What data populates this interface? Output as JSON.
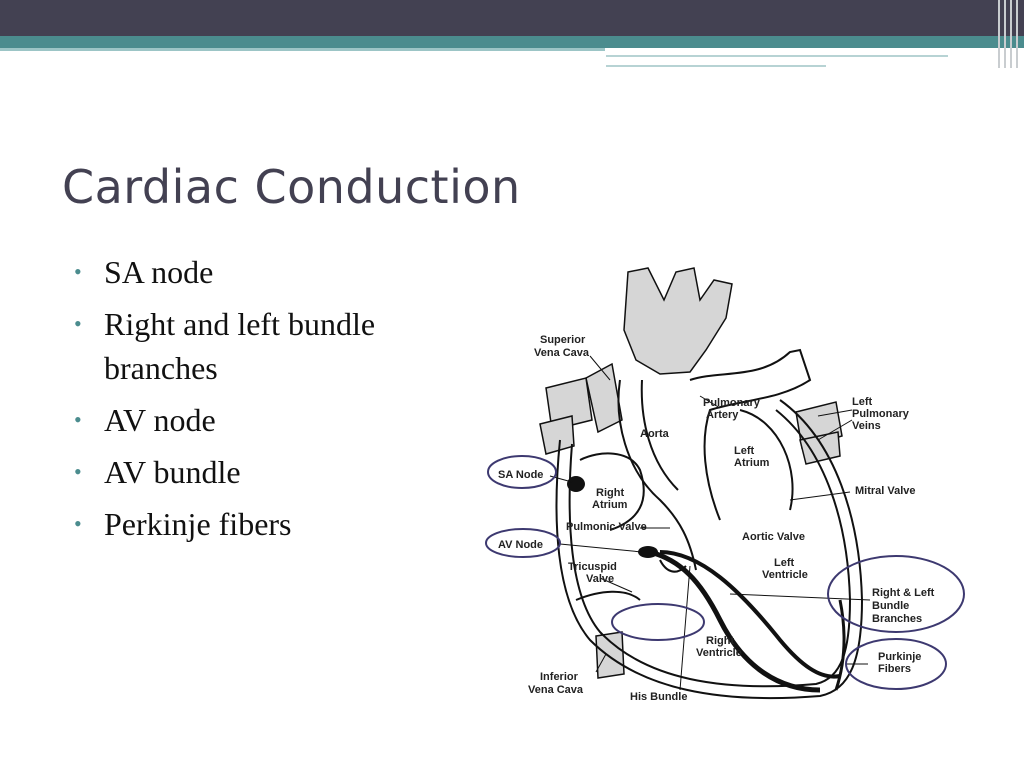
{
  "slide": {
    "title": "Cardiac Conduction",
    "bullets": [
      "SA node",
      "Right and left bundle branches",
      "AV node",
      "AV bundle",
      "Perkinje fibers"
    ]
  },
  "diagram": {
    "labels": {
      "superior_vena_cava": [
        "Superior",
        "Vena Cava"
      ],
      "pulmonary_artery": [
        "Pulmonary",
        "Artery"
      ],
      "aorta": "Aorta",
      "left_pulmonary_veins": [
        "Left",
        "Pulmonary",
        "Veins"
      ],
      "left_atrium": [
        "Left",
        "Atrium"
      ],
      "sa_node": "SA Node",
      "right_atrium": [
        "Right",
        "Atrium"
      ],
      "mitral_valve": "Mitral Valve",
      "pulmonic_valve": "Pulmonic Valve",
      "aortic_valve": "Aortic Valve",
      "av_node": "AV Node",
      "left_ventricle": [
        "Left",
        "Ventricle"
      ],
      "tricuspid_valve": [
        "Tricuspid",
        "Valve"
      ],
      "bundle_branches": [
        "Right & Left",
        "Bundle",
        "Branches"
      ],
      "right_ventricle": [
        "Right",
        "Ventricle"
      ],
      "purkinje_fibers": [
        "Purkinje",
        "Fibers"
      ],
      "inferior_vena_cava": [
        "Inferior",
        "Vena Cava"
      ],
      "his_bundle": "His Bundle"
    },
    "colors": {
      "circle": "#3d3970",
      "line": "#111111",
      "vessel_fill": "#d6d6d6"
    }
  }
}
